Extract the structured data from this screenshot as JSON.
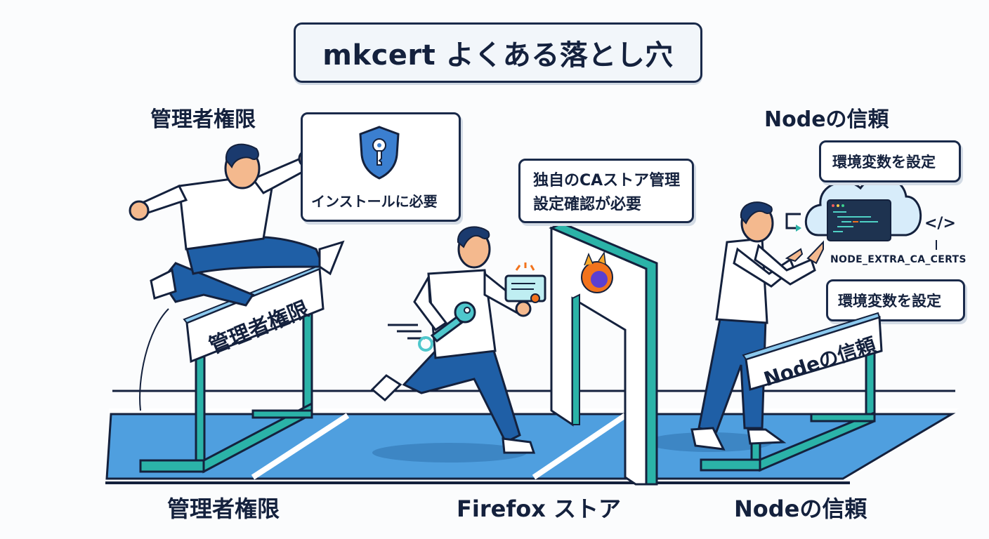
{
  "title": "mkcert よくある落とし穴",
  "colors": {
    "navy": "#14213d",
    "track_blue": "#4f9fdf",
    "hurdle_teal": "#2bb3a8",
    "shirt": "#ffffff",
    "pants": "#1f5fa6",
    "skin": "#f4b98e",
    "firefox_orange": "#f2731d",
    "firefox_purple": "#5b3fd1",
    "cloud": "#d7ecfa",
    "terminal": "#1e3350"
  },
  "sections": [
    {
      "id": "admin",
      "top_label": "管理者権限",
      "bottom_label": "管理者権限",
      "hurdle_label": "管理者権限",
      "bubble": {
        "icon": "shield-key-icon",
        "text": "インストールに必要"
      },
      "scene": "person-jumping-hurdle"
    },
    {
      "id": "firefox",
      "bottom_label": "Firefox ストア",
      "bubble": {
        "lines": [
          "独自のCAストア管理",
          "設定確認が必要"
        ]
      },
      "gate_icon": "firefox-logo-icon",
      "scene": "person-running-with-key-and-certificate"
    },
    {
      "id": "node",
      "top_label": "Nodeの信頼",
      "bottom_label": "Nodeの信頼",
      "hurdle_label": "Nodeの信頼",
      "bubbles": [
        "環境変数を設定",
        "環境変数を設定"
      ],
      "env_var": "NODE_EXTRA_CA_CERTS",
      "code_glyph": "</>",
      "scene": "person-pointing-at-terminal-cloud"
    }
  ]
}
